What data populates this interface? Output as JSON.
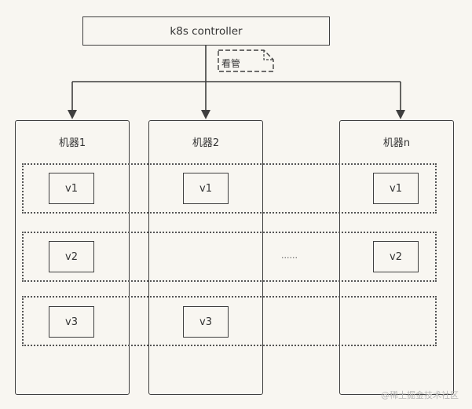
{
  "controller": {
    "label": "k8s controller"
  },
  "watch": {
    "label": "看管"
  },
  "machines": [
    {
      "label": "机器1"
    },
    {
      "label": "机器2"
    },
    {
      "label": "机器n"
    }
  ],
  "pods": {
    "m1": [
      "v1",
      "v2",
      "v3"
    ],
    "m2": [
      "v1",
      "v3"
    ],
    "mn": [
      "v1",
      "v2"
    ]
  },
  "ellipsis": "......",
  "watermark": "@稀土掘金技术社区"
}
